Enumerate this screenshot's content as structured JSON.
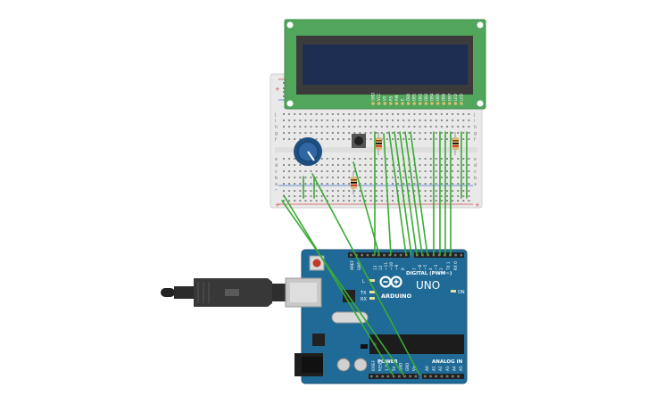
{
  "arduino": {
    "brand": "ARDUINO",
    "model": "UNO",
    "digital_header": "DIGITAL (PWM~)",
    "power_header": "POWER",
    "analog_header": "ANALOG IN",
    "on_label": "ON",
    "tx_label": "TX",
    "rx_label": "RX",
    "l_label": "L",
    "aref_label": "AREF",
    "gnd_label": "GND",
    "digital_pins": [
      "13",
      "12",
      "~11",
      "~10",
      "~9",
      "8",
      "7",
      "~6",
      "~5",
      "4",
      "~3",
      "2",
      "TX 1",
      "RX 0"
    ],
    "power_pins": [
      "IOREF",
      "RESET",
      "3.3V",
      "5V",
      "GND",
      "GND",
      "Vin"
    ],
    "analog_pins": [
      "A0",
      "A1",
      "A2",
      "A3",
      "A4",
      "A5"
    ]
  },
  "lcd": {
    "pin_labels": [
      "GND",
      "VCC",
      "V0",
      "RS",
      "RW",
      "E",
      "DB0",
      "DB1",
      "DB2",
      "DB3",
      "DB4",
      "DB5",
      "DB6",
      "DB7",
      "LED",
      "LED"
    ]
  },
  "breadboard": {
    "row_letters_top": [
      "j",
      "i",
      "h",
      "g",
      "f"
    ],
    "row_letters_bottom": [
      "e",
      "d",
      "c",
      "b",
      "a"
    ],
    "rail_plus": "+",
    "rail_minus": "-"
  },
  "colors": {
    "wire": "#3aaa35",
    "board": "#1f6a96",
    "lcd_pcb": "#52a65c",
    "lcd_screen": "#1e2e52",
    "pot": "#1e4f82"
  }
}
